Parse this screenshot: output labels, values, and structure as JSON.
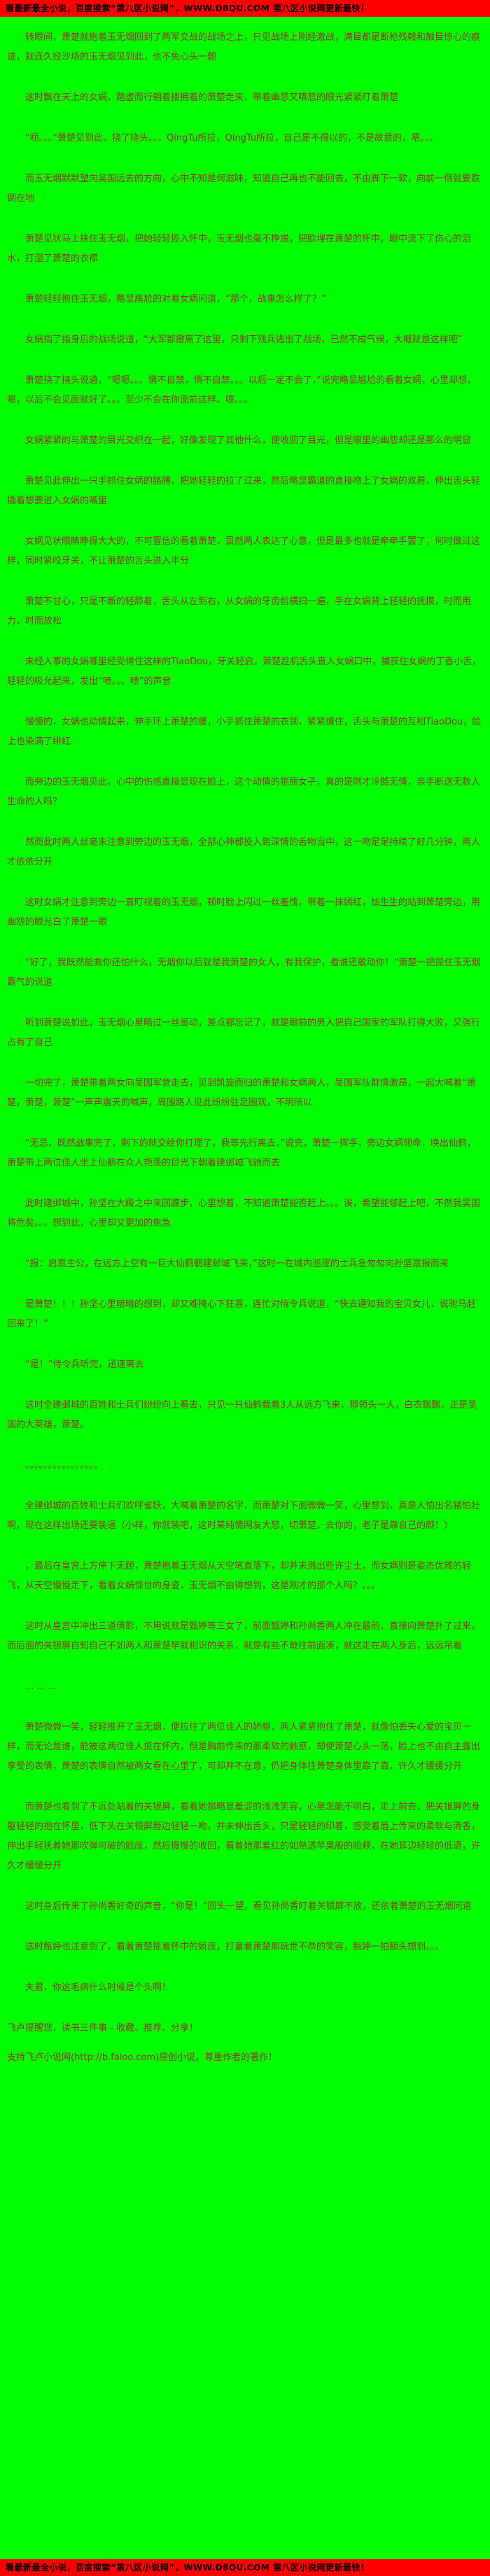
{
  "colors": {
    "banner_bg": "#ff0000",
    "banner_text": "#000000",
    "page_bg": "#00ff00",
    "body_text": "#993333"
  },
  "banner": {
    "text": "看最新最全小说，百度搜索“第八区小说网”，WWW.D8QU.COM 第八区小说网更新最快！"
  },
  "chapter": {
    "paragraphs": [
      "转眼间，萧楚就抱着玉无烟回到了两军交战的战场之上，只见战场上刚经激战，满目都是断枪残戟和触目惊心的痕迹，就连久经沙场的玉无烟见到此，也不免心头一颤",
      "这时飘在天上的女娲，踏虚而行朝着搂拥着的萧楚走来，带着幽怨又嗔怒的眼光紧紧盯着萧楚",
      "“呃。。。”萧楚见到此，挠了挠头。。。QingTu所拉，QingTu所拉，自己是不得以的，不是故意的，嗯。。。",
      "而玉无烟默默望向吴国远去的方向，心中不知是何滋味，知道自己再也不能回去，不由脚下一软，向前一倒就要跌倒在地",
      "萧楚见状马上扶住玉无烟，把她轻轻揽入怀中，玉无烟也毫不挣脱，把脸埋在萧楚的怀中，眼中流下了伤心的泪水，打湿了萧楚的衣襟",
      "萧楚轻轻抱住玉无烟，略显尴尬的对着女娲问道，“那个，战事怎么样了？”",
      "女娲指了指身后的战场说道，“大军都撤离了这里，只剩下残兵逃出了战场，已然不成气候，大概就是这样吧”",
      "萧楚挠了挠头说道，“嗯嗯。。。情不自禁，情不自禁。。。以后一定不会了，”说完略显尴尬的看着女娲，心里却想，嗯，以后不会见面就好了。。。至少不会在你面前这样。嗯。。。",
      "女娲紧紧的与萧楚的目光交织在一起，好像发现了其他什么，便收回了目光，但是眼里的幽怨却还是那么的明显",
      "萧楚见此伸出一只手抓住女娲的胳膊，把她轻轻的拉了过来，然后略显霸道的直接吻上了女娲的双唇，伸出舌头轻撬着想要进入女娲的嘴里",
      "女娲见状眼睛睁得大大的，不可置信的看着萧楚，虽然两人表达了心意，但是最多也就是牵牵手罢了，何时做过这样，同时紧咬牙关，不让萧楚的舌头进入半分",
      "萧楚不甘心，只是不断的轻舔着，舌头从左到右，从女娲的牙齿前横扫一遍，手在女娲背上轻轻的抚摸，时而用力，时而放松",
      "未经人事的女娲哪里经受得住这样的TiaoDou，牙关轻启，萧楚趁机舌头直入女娲口中，捕获住女娲的丁香小舌，轻轻的吸允起来，发出“啧。。。啧”的声音",
      "慢慢的，女娲也动情起来，伸手环上萧楚的腰，小手抓住萧楚的衣领，紧紧缠住，舌头与萧楚的互相TiaoDou，脸上也染满了绯红",
      "而旁边的玉无烟见此，心中的伤感直接显现在脸上，这个动情的艳丽女子，真的是刚才冷酷无情，亲手断送无数人生命的人吗？",
      "然而此时两人丝毫未注意到旁边的玉无烟，全部心神都投入到深情的舌吻当中，这一吻足足持续了好几分钟，两人才依依分开",
      "这时女娲才注意到旁边一直盯视着的玉无烟，顿时脸上闪过一丝羞愧，带着一抹嫣红，怯生生的站到萧楚旁边，用幽怨的眼光白了萧楚一眼",
      "“好了，我既然能救你还怕什么，无烟你以后就是我萧楚的女人，有我保护，看谁还敢动你！”萧楚一把揽住玉无烟霸气的说道",
      "听到萧楚说如此，玉无烟心里略过一丝感动，差点都忘记了，就是眼前的男人把自己国家的军队打得大败，又强行占有了自己",
      "一切完了，萧楚带着两女向吴国军营走去，见到凯旋而归的萧楚和女娲两人，吴国军队群情激昂，一起大喊着“萧楚，萧楚，萧楚”一声声震天的喊声，周围路人见此纷纷驻足围观，不明所以",
      "“无忌，既然战事完了，剩下的就交给你打理了，我等先行离去，”说完，萧楚一挥手，旁边女娲领命，唤出仙鹤，萧楚带上两位佳人坐上仙鹤在众人艳羡的目光下朝着建邺城飞驰而去",
      "此时建邺城中，孙坚在大殿之中来回踱步，心里想着，不知道萧楚能否赶上。。。诶，希望能够赶上吧，不然我吴国将危矣。。。想到此，心里却又更加的焦急",
      "“报：启禀主公，在远方上空有一巨大仙鹤朝建邺城飞来，”这时一在城内巡逻的士兵急匆匆向孙坚禀报而来",
      "是萧楚！！！孙坚心里暗暗的想到，却又难掩心下狂喜，连忙对侍令兵说道，“快去通知我的宝贝女儿，说驸马赶回来了！”",
      "“是！”侍令兵听完，迅速离去",
      "这时全建邺城的百姓和士兵们纷纷向上看去，只见一只仙鹤载着3人从远方飞来，那领头一人，白衣飘飘，正是吴国的大英雄，萧楚。",
      "。。。。。。。。。。。。。。。。",
      "全建邺城的百姓和士兵们欢呼雀跃，大喊着萧楚的名字，而萧楚对下面微微一笑，心里想到，真是人怕出名猪怕壮啊，现在这样出场还要装逼（小样，你就装吧，这时某纯情网友大怒，切萧楚，去你的，老子是靠自己的颜！）",
      "，最后在皇宫上方停下无顾，萧楚抱着玉无烟从天空笔直落下，却并未溅出些许尘土，而女娲则是姿态优雅的轻飞，从天空慢慢走下，看着女娲惊世的身姿，玉无烟不由得想到，这是刚才的那个人吗？。。。",
      "这时从皇宫中冲出三道倩影，不用说就是甄婷等三女了，前面甄婷和孙尚香两人冲在最前，直接向萧楚扑了过来，而后面的关银屏自知自己不如两人和萧楚早就相识的关系，就是有些不敢往前面凑，就这走在两人身后，远远吊着",
      "... ... ...",
      "萧楚微微一笑，轻轻推开了玉无烟，便拉住了两位佳人的娇躯，两人紧紧抱住了萧楚，就像怕丢失心爱的宝贝一样，而无论是谁，能被这两位佳人揽在怀内，但是胸前传来的那柔软的触感，却使萧楚心头一荡，脸上也不由自主露出享受的表情，萧楚的表情自然被两女看在心里了，可却并不在意，仍把身体往萧楚身体里靠了靠，许久才缓缓分开",
      "而萧楚也看到了不远处站着的关银屏，看着她那略显羞涩的浅浅笑容，心里怎能不明白，走上前去，把关银屏的身躯轻轻的抱在怀里，低下头在关银屏唇边轻轻一吻，并未伸出舌头，只是轻轻的印着，感受着唇上传来的柔软与清香，伸出手轻抚着她那吹弹可破的脸庞，然后慢慢的收回，看着她那羞红的如熟透苹果般的脸颊，在她耳边轻轻的低语，许久才缓缓分开",
      "这时身后传来了孙尚香好奇的声音，“你是！”回头一望，看见孙尚香盯着关银屏不放，还依着萧楚的玉无烟问道",
      "这时甄婷也注意到了，看着萧楚揽着怀中的娇庞，打量着萧楚那玩世不恭的笑容，甄婷一拍额头想到。。。",
      "夫君，你这毛病什么时候是个头啊！"
    ]
  },
  "footer": {
    "reminder": "飞卢提醒您，读书三件事 - 收藏、推荐、分享！",
    "support": "支持飞卢小说网(http://b.faloo.com)原创小说，尊重作者的著作！"
  }
}
